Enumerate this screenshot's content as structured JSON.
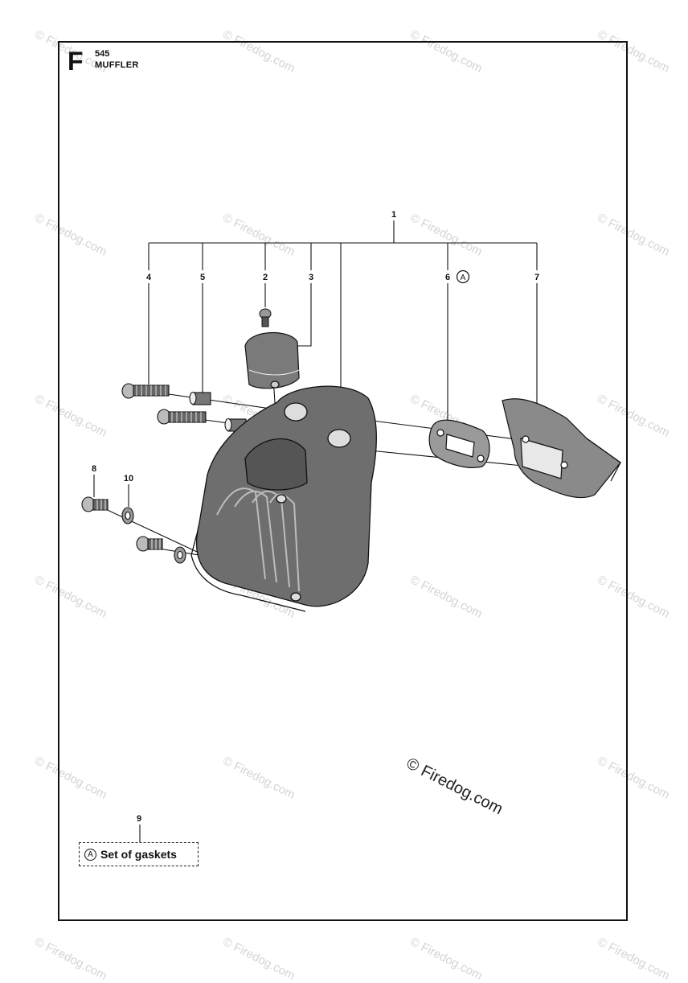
{
  "header": {
    "section_letter": "F",
    "model": "545",
    "title": "MUFFLER"
  },
  "watermark": {
    "text": "© Firedog.com"
  },
  "callouts": {
    "assembly": "1",
    "c2": "2",
    "c3": "3",
    "c4": "4",
    "c5": "5",
    "c6": "6",
    "c7": "7",
    "c8": "8",
    "c9": "9",
    "c10": "10",
    "kit_marker": "A"
  },
  "legend": {
    "marker": "A",
    "label": "Set of gaskets"
  }
}
